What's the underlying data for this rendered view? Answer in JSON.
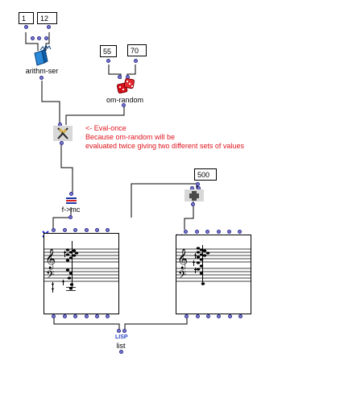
{
  "patch": {
    "numbox_1": "1",
    "numbox_12": "12",
    "numbox_55": "55",
    "numbox_70": "70",
    "numbox_500": "500",
    "label_arithm_ser": "arithm-ser",
    "label_om_random": "om-random",
    "label_f_mc": "f->mc",
    "label_list": "list",
    "lisp_badge": "LISP",
    "comment_lines": [
      "<- Eval-once",
      "Because om-random will be",
      "evaluated twice giving two different sets of values"
    ]
  },
  "colors": {
    "inlet_fill": "#7b7bd6",
    "comment": "#e0141e",
    "lisp_badge": "#2b45c8",
    "lock_x": "#1d2bd8"
  }
}
